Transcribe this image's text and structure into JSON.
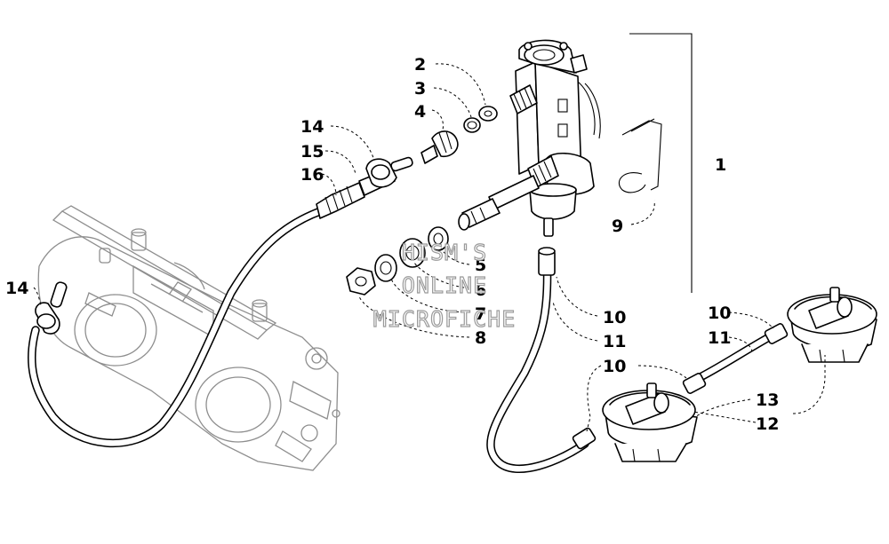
{
  "callouts": {
    "c1": "1",
    "c2": "2",
    "c3": "3",
    "c4": "4",
    "c5": "5",
    "c6": "6",
    "c7": "7",
    "c8": "8",
    "c9": "9",
    "c10a": "10",
    "c10b": "10",
    "c10c": "10",
    "c11a": "11",
    "c11b": "11",
    "c12": "12",
    "c13": "13",
    "c14a": "14",
    "c14b": "14",
    "c15": "15",
    "c16": "16"
  },
  "watermark": {
    "line1": "HISM'S",
    "line2": "ONLINE",
    "line3": "MICROFICHE"
  }
}
